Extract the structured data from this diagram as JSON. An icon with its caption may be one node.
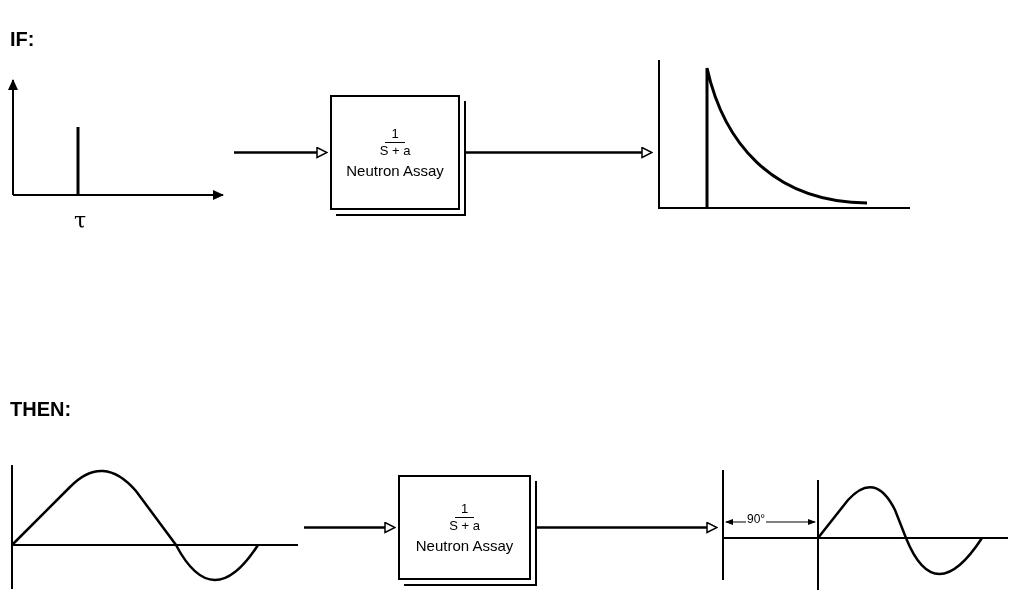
{
  "diagram": {
    "nodes": [
      {
        "text": [],
        "shape": "picture",
        "beside": [
          "τ"
        ]
      },
      {
        "text": [
          "1",
          "S + a",
          "Neutron Assay"
        ]
      },
      {
        "text": [],
        "shape": "picture"
      },
      {
        "text": [],
        "shape": "picture"
      },
      {
        "text": [
          "1",
          "S + a",
          "Neutron Assay"
        ]
      },
      {
        "text": [
          "90°"
        ]
      }
    ],
    "edges": [
      {
        "from": 0,
        "to": 1,
        "arrow": "to"
      },
      {
        "from": 1,
        "to": 2,
        "arrow": "to"
      },
      {
        "from": 3,
        "to": 4,
        "arrow": "to"
      },
      {
        "from": 4,
        "to": 5,
        "arrow": "to"
      }
    ],
    "labels": [
      "IF:",
      "THEN:"
    ]
  }
}
